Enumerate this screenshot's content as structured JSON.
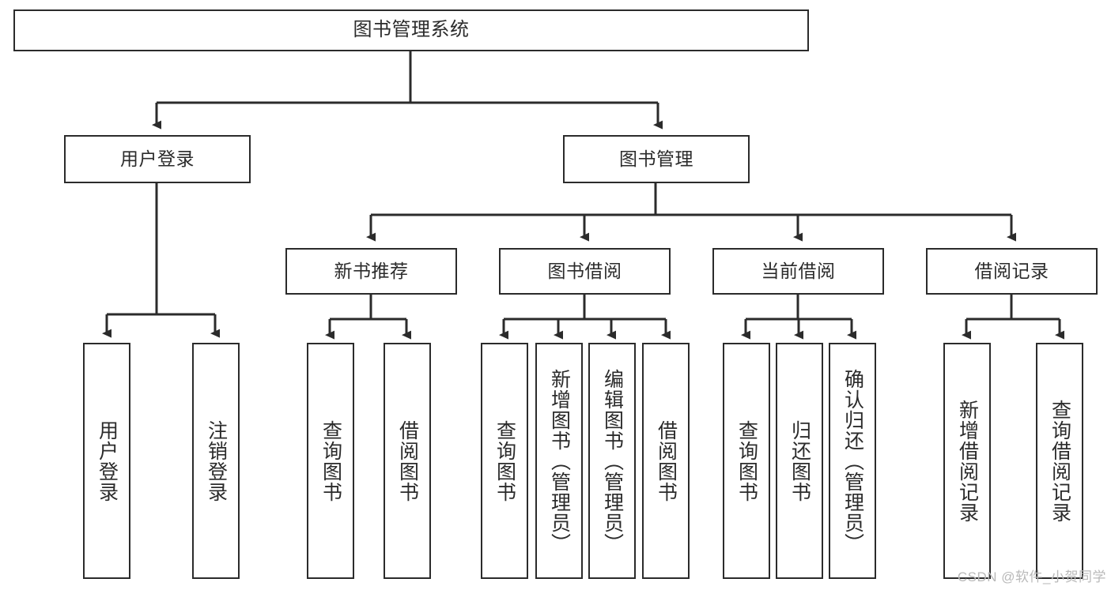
{
  "diagram": {
    "title": "图书管理系统",
    "type": "tree",
    "root": {
      "label": "图书管理系统"
    },
    "level2": [
      {
        "label": "用户登录"
      },
      {
        "label": "图书管理"
      }
    ],
    "level3": [
      {
        "label": "新书推荐"
      },
      {
        "label": "图书借阅"
      },
      {
        "label": "当前借阅"
      },
      {
        "label": "借阅记录"
      }
    ],
    "leaves": {
      "user_login": [
        {
          "label": "用户登录"
        },
        {
          "label": "注销登录"
        }
      ],
      "new_book_recommend": [
        {
          "label": "查询图书"
        },
        {
          "label": "借阅图书"
        }
      ],
      "book_borrow": [
        {
          "label": "查询图书"
        },
        {
          "label": "新增图书（管理员）"
        },
        {
          "label": "编辑图书（管理员）"
        },
        {
          "label": "借阅图书"
        }
      ],
      "current_borrow": [
        {
          "label": "查询图书"
        },
        {
          "label": "归还图书"
        },
        {
          "label": "确认归还（管理员）"
        }
      ],
      "borrow_record": [
        {
          "label": "新增借阅记录"
        },
        {
          "label": "查询借阅记录"
        }
      ]
    }
  },
  "watermark": {
    "text": "CSDN @软件_小贺同学"
  },
  "colors": {
    "border": "#2b2b2b",
    "background": "#ffffff",
    "text": "#2b2b2b",
    "watermark": "#b9b9b9"
  }
}
